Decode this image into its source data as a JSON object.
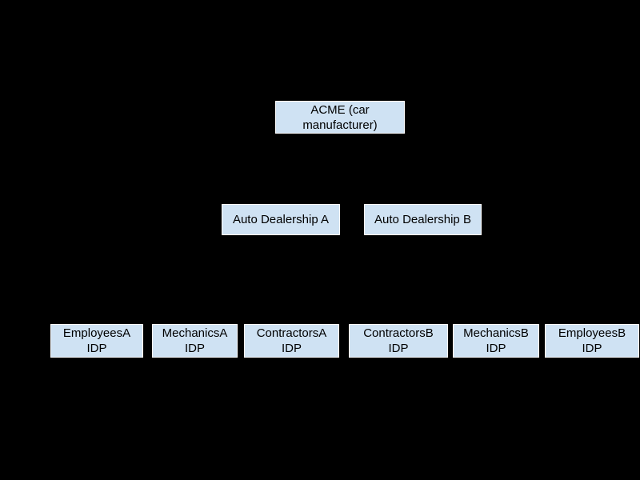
{
  "diagram": {
    "background_color": "#000000",
    "node_style": {
      "fill_color": "#cfe2f3",
      "border_color": "#ffffff",
      "text_color": "#000000"
    },
    "root": {
      "label": "ACME (car\nmanufacturer)"
    },
    "dealerships": [
      {
        "label": "Auto Dealership A"
      },
      {
        "label": "Auto Dealership B"
      }
    ],
    "idps": [
      {
        "label": "EmployeesA\nIDP"
      },
      {
        "label": "MechanicsA\nIDP"
      },
      {
        "label": "ContractorsA\nIDP"
      },
      {
        "label": "ContractorsB\nIDP"
      },
      {
        "label": "MechanicsB\nIDP"
      },
      {
        "label": "EmployeesB\nIDP"
      }
    ]
  }
}
